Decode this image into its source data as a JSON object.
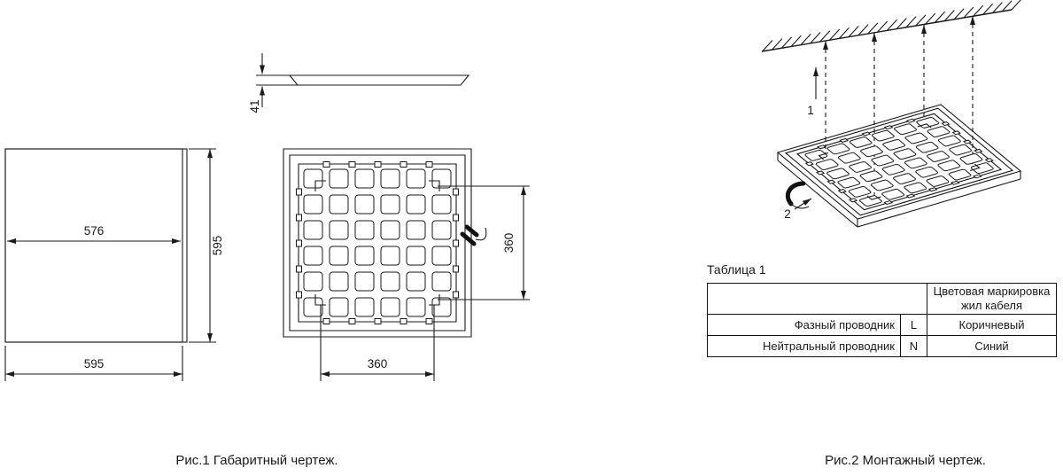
{
  "colors": {
    "ink": "#1a1a1a",
    "background": "#ffffff"
  },
  "fig1": {
    "caption": "Рис.1 Габаритный чертеж.",
    "dims": {
      "thickness": "41",
      "inner_width": "576",
      "side_height": "595",
      "bottom_width": "595",
      "mount_v": "360",
      "mount_h": "360"
    }
  },
  "fig2": {
    "caption": "Рис.2 Монтажный чертеж.",
    "callout_1": "1",
    "callout_2": "2"
  },
  "table": {
    "title": "Таблица 1",
    "header_color_col": "Цветовая маркировка жил кабеля",
    "rows": [
      {
        "name": "Фазный проводник",
        "terminal": "L",
        "color": "Коричневый"
      },
      {
        "name": "Нейтральный проводник",
        "terminal": "N",
        "color": "Синий"
      }
    ]
  }
}
